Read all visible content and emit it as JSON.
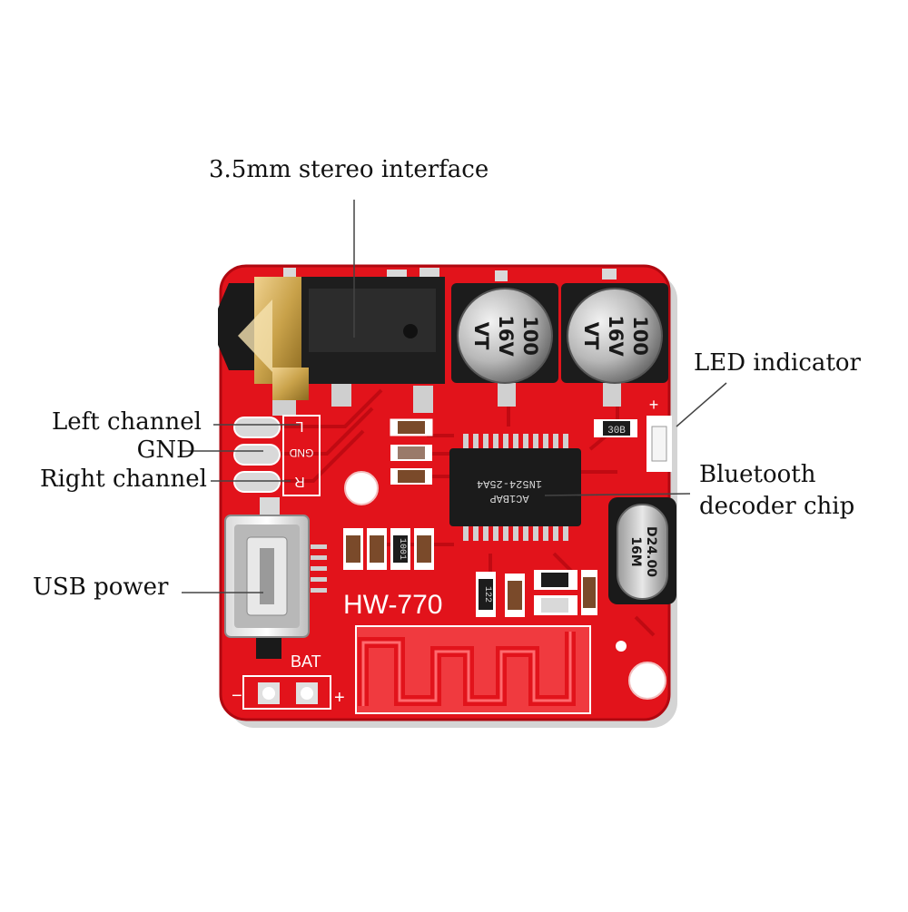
{
  "labels": {
    "stereo": "3.5mm stereo interface",
    "led": "LED indicator",
    "left": "Left channel",
    "gnd": "GND",
    "right": "Right channel",
    "bt_line1": "Bluetooth",
    "bt_line2": "decoder chip",
    "usb": "USB power"
  },
  "board": {
    "model": "HW-770",
    "bat": "BAT",
    "pad_l": "L",
    "pad_gnd": "GND",
    "pad_r": "R",
    "minus": "−",
    "plus": "+",
    "led_plus": "+"
  },
  "capacitor": {
    "line1": "100",
    "line2": "16V",
    "line3": "VT"
  },
  "chip": {
    "line1": "AC1BAP",
    "line2": "1N524-25A4"
  },
  "crystal": {
    "line1": "D24.00",
    "line2": "16M"
  },
  "resistors": {
    "r1": "30B",
    "r2": "1001",
    "r3": "122"
  },
  "colors": {
    "pcb": "#e2131b",
    "pcb_dark": "#b00810",
    "silk": "#ffffff",
    "gold": "#c9a24a"
  }
}
